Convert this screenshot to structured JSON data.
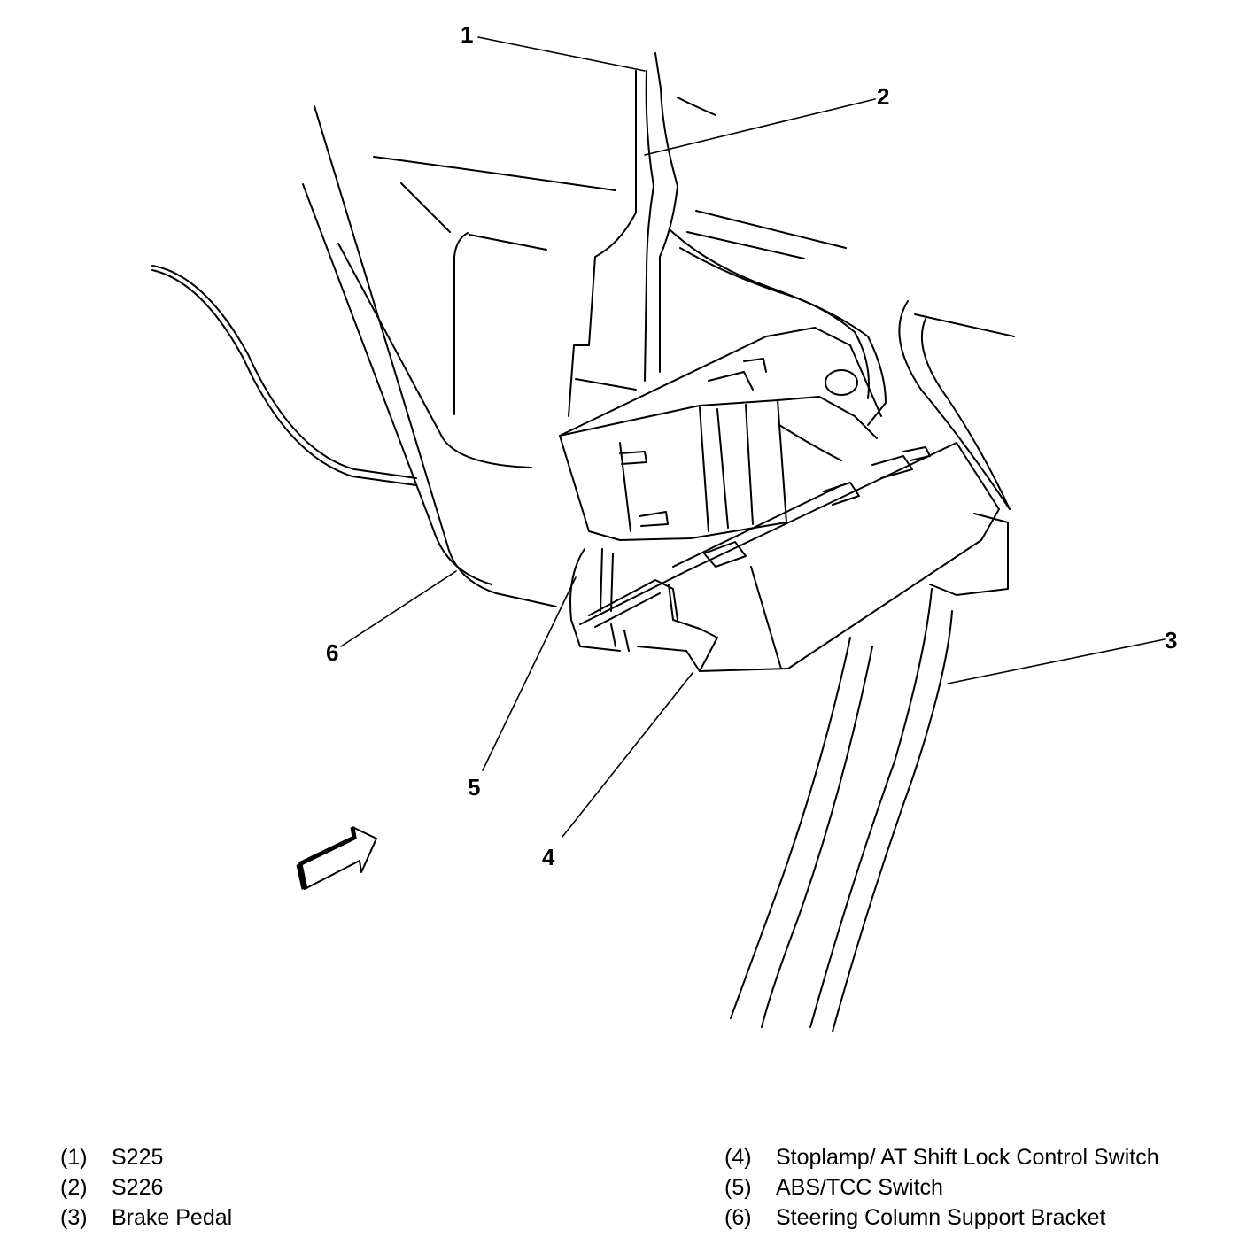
{
  "callouts": [
    "1",
    "2",
    "3",
    "4",
    "5",
    "6"
  ],
  "legend": [
    {
      "num": "(1)",
      "text": "S225"
    },
    {
      "num": "(2)",
      "text": "S226"
    },
    {
      "num": "(3)",
      "text": "Brake Pedal"
    },
    {
      "num": "(4)",
      "text": "Stoplamp/ AT Shift Lock Control Switch"
    },
    {
      "num": "(5)",
      "text": "ABS/TCC Switch"
    },
    {
      "num": "(6)",
      "text": "Steering Column Support Bracket"
    }
  ],
  "icons": {
    "arrow": "view-direction-arrow-icon"
  }
}
